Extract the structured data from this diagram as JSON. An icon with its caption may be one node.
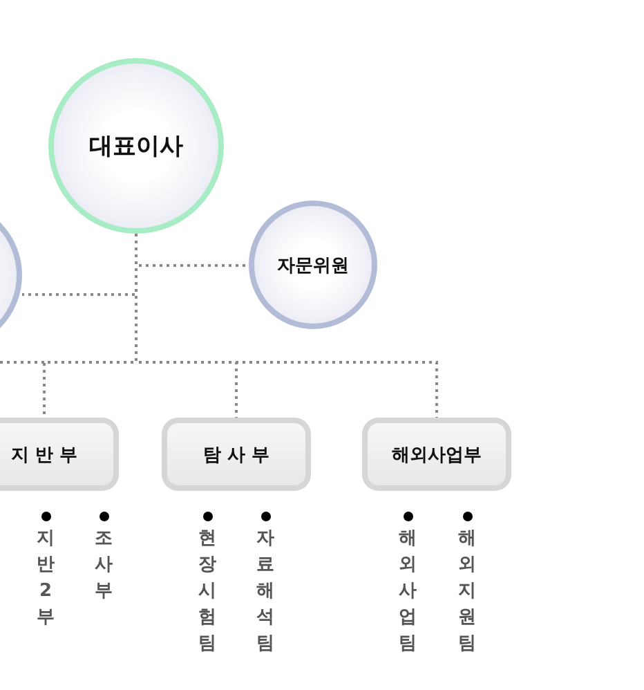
{
  "diagram": {
    "nodes": [
      {
        "text": [
          "대표이사"
        ]
      },
      {
        "text": [],
        "shape": "circle"
      },
      {
        "text": [
          "자문위원"
        ]
      },
      {
        "text": [
          "지 반 부"
        ]
      },
      {
        "text": [
          "탐 사 부"
        ]
      },
      {
        "text": [
          "해외사업부"
        ]
      }
    ],
    "edges": [
      {
        "from": 0,
        "to": 1,
        "arrow": "none"
      },
      {
        "from": 0,
        "to": 2,
        "arrow": "none"
      },
      {
        "from": 0,
        "to": 3,
        "arrow": "none"
      },
      {
        "from": 0,
        "to": 4,
        "arrow": "none"
      },
      {
        "from": 0,
        "to": 5,
        "arrow": "none"
      }
    ],
    "labels": [
      "지반2부",
      "조사부",
      "현장시험팀",
      "자료해석팀",
      "해외사업팀",
      "해외지원팀"
    ]
  }
}
